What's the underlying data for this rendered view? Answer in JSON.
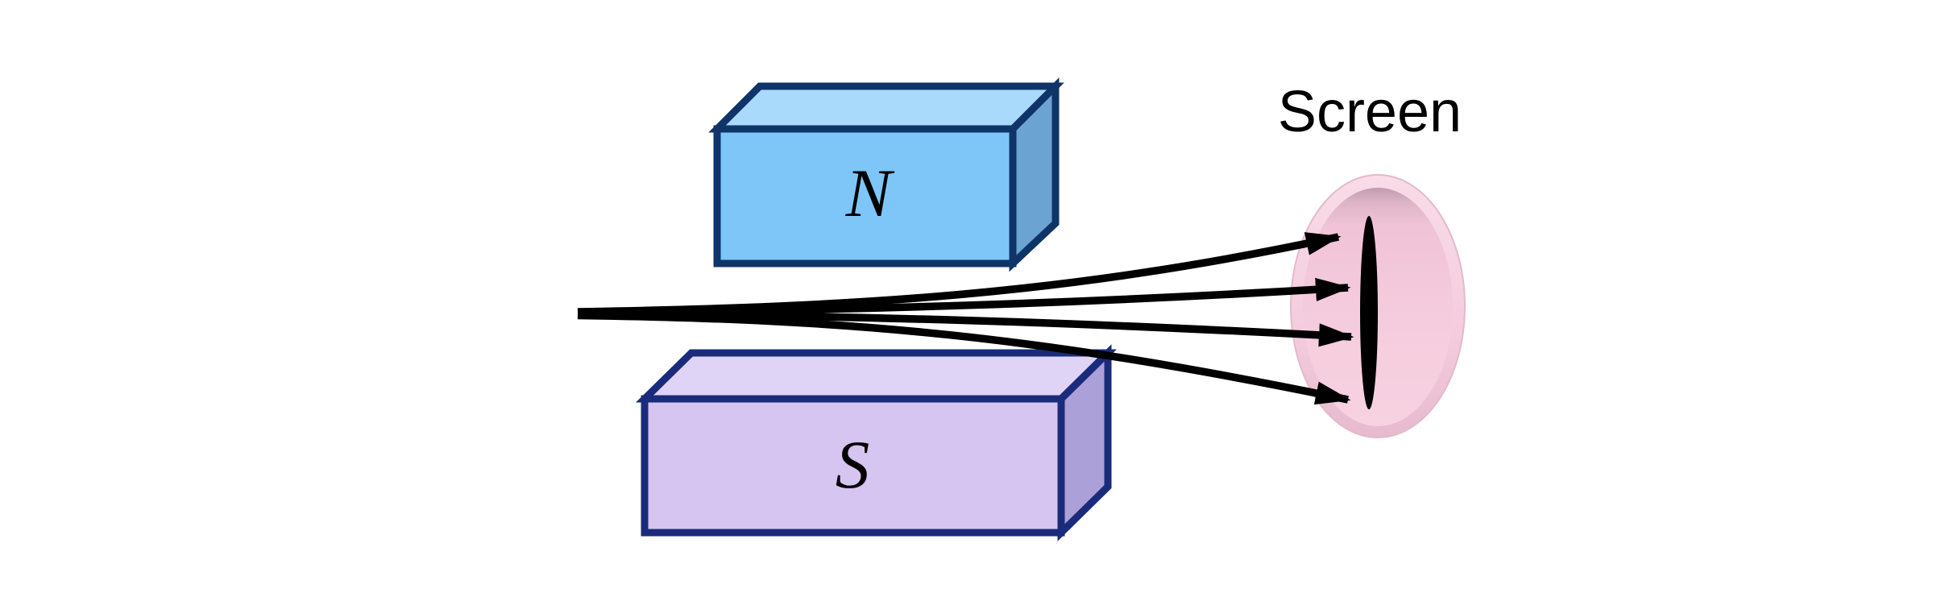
{
  "diagram": {
    "background": "#FFFFFF",
    "label_color": "#000000",
    "magnet_north": {
      "label": "N",
      "front": "#7EC6F8",
      "top": "#A9D9FB",
      "side": "#6BA3D2",
      "border": "#0F3468"
    },
    "magnet_south": {
      "label": "S",
      "front": "#D6C4F1",
      "top": "#DFD4F6",
      "side": "#ACA0D8",
      "border": "#1B2B7B"
    },
    "beam": {
      "color": "#000000",
      "ray_count": 4
    },
    "screen": {
      "label": "Screen",
      "mark_color": "#000000",
      "outer_top": "#F9DCE8",
      "outer_mid": "#F4CCDD",
      "outer_bottom": "#E7BACE",
      "outer_stroke": "#E3B9CB",
      "inner_shadow": "#BF9CAE",
      "inner_shadow2": "#DDB4C6",
      "inner_light": "#F0C3D6",
      "inner_mid": "#F5CCDD",
      "inner_bottom": "#F7D2E1"
    }
  }
}
